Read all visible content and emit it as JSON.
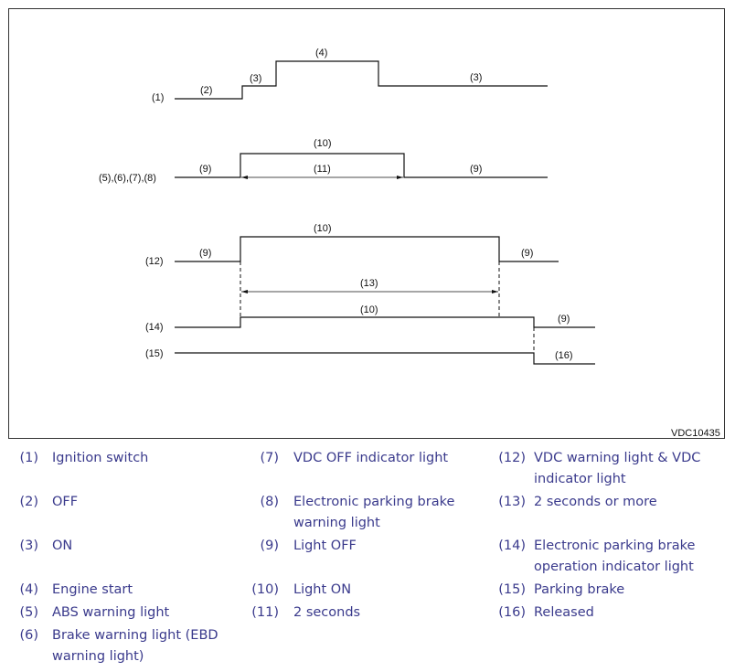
{
  "diagram": {
    "code": "VDC10435",
    "labels": {
      "l1": "(1)",
      "l2": "(2)",
      "l3a": "(3)",
      "l4": "(4)",
      "l3b": "(3)",
      "l5678": "(5),(6),(7),(8)",
      "l9a": "(9)",
      "l10a": "(10)",
      "l11": "(11)",
      "l9b": "(9)",
      "l12": "(12)",
      "l9c": "(9)",
      "l10b": "(10)",
      "l9d": "(9)",
      "l13": "(13)",
      "l14": "(14)",
      "l10c": "(10)",
      "l9e": "(9)",
      "l15": "(15)",
      "l16": "(16)"
    }
  },
  "legend": [
    {
      "num": "(1)",
      "text": "Ignition switch"
    },
    {
      "num": "(2)",
      "text": "OFF"
    },
    {
      "num": "(3)",
      "text": "ON"
    },
    {
      "num": "(4)",
      "text": "Engine start"
    },
    {
      "num": "(5)",
      "text": "ABS warning light"
    },
    {
      "num": "(6)",
      "text": "Brake warning light (EBD warning light)"
    },
    {
      "num": "(7)",
      "text": "VDC OFF indicator light"
    },
    {
      "num": "(8)",
      "text": "Electronic parking brake warning light"
    },
    {
      "num": "(9)",
      "text": "Light OFF"
    },
    {
      "num": "(10)",
      "text": "Light ON"
    },
    {
      "num": "(11)",
      "text": "2 seconds"
    },
    {
      "num": "(12)",
      "text": "VDC warning light & VDC indicator light"
    },
    {
      "num": "(13)",
      "text": "2 seconds or more"
    },
    {
      "num": "(14)",
      "text": "Electronic parking brake operation indicator light"
    },
    {
      "num": "(15)",
      "text": "Parking brake"
    },
    {
      "num": "(16)",
      "text": "Released"
    }
  ]
}
